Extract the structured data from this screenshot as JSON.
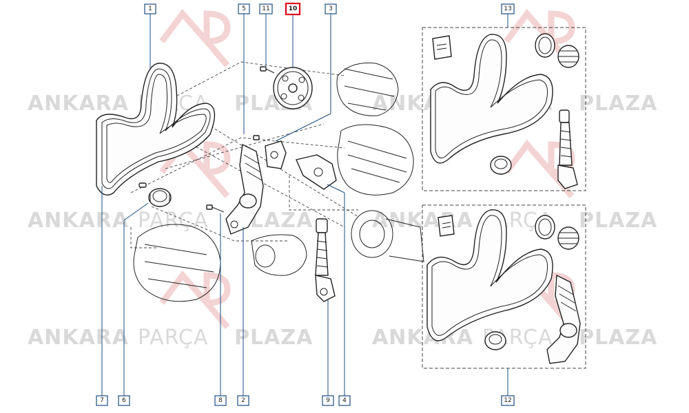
{
  "watermark": {
    "word1": "ANKARA",
    "word2": "PARÇA",
    "word3": "PLAZA"
  },
  "callouts": {
    "c1": "1",
    "c2": "2",
    "c3": "3",
    "c4": "4",
    "c5": "5",
    "c6": "6",
    "c7": "7",
    "c8": "8",
    "c9": "9",
    "c10": "10",
    "c11": "11",
    "c12": "12",
    "c13": "13"
  },
  "selected_part": "10",
  "colors": {
    "selected": "#e0001b",
    "callout_border": "#1a4d80",
    "watermark": "#d9d9d9"
  }
}
